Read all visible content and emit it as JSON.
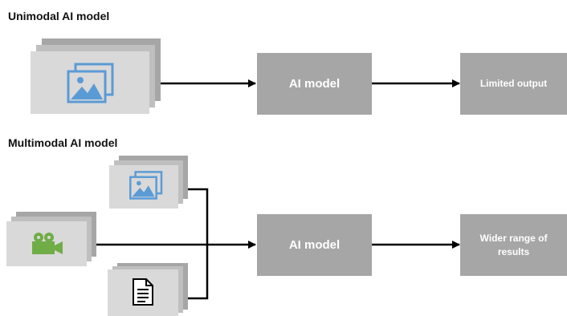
{
  "unimodal": {
    "title": "Unimodal AI model",
    "input_icon": "image-gallery-icon",
    "model_label": "AI model",
    "output_label": "Limited output"
  },
  "multimodal": {
    "title": "Multimodal AI model",
    "input_icons": [
      "image-gallery-icon",
      "video-camera-icon",
      "document-icon"
    ],
    "model_label": "AI model",
    "output_label": "Wider range of results"
  },
  "colors": {
    "box_gray": "#a6a6a6",
    "card_light": "#d9d9d9",
    "image_icon_blue": "#5b9bd5",
    "video_icon_green": "#70ad47",
    "arrow": "#000000"
  }
}
